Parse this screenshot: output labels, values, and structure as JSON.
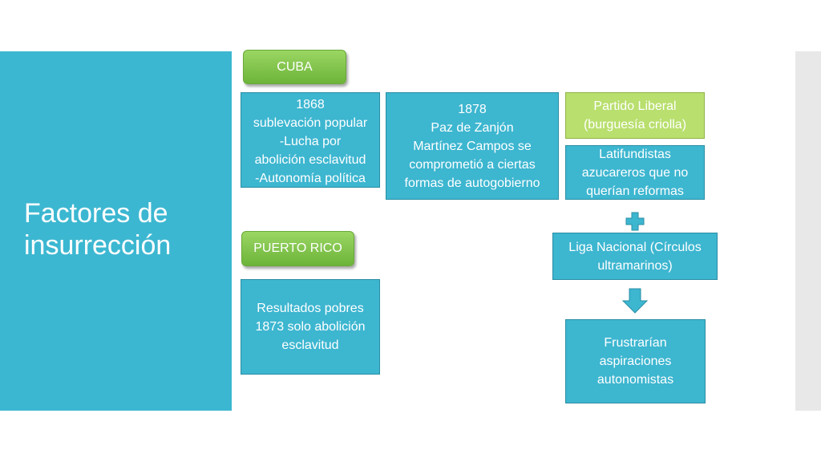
{
  "slide": {
    "title": "Factores de insurrección"
  },
  "tags": {
    "cuba": "CUBA",
    "puerto_rico": "PUERTO RICO"
  },
  "boxes": {
    "cuba_1868": "1868\nsublevación popular\n-Lucha por\nabolición esclavitud\n-Autonomía política",
    "cuba_1878": "1878\nPaz de Zanjón\nMartínez Campos se\ncomprometió a ciertas\nformas de autogobierno",
    "partido_liberal": "Partido Liberal\n(burguesía criolla)",
    "latifundistas": "Latifundistas\nazucareros que no\nquerían reformas",
    "liga_nacional": "Liga Nacional (Círculos\nultramarinos)",
    "frustrarian": "Frustrarían\naspiraciones\nautonomistas",
    "puerto_rico_result": "Resultados pobres\n1873 solo abolición\nesclavitud"
  },
  "icons": {
    "plus": "plus-icon",
    "arrow": "arrow-down-icon"
  },
  "colors": {
    "teal": "#3db6d0",
    "green": "#b9df6e",
    "tag_green": "#7cc444"
  }
}
